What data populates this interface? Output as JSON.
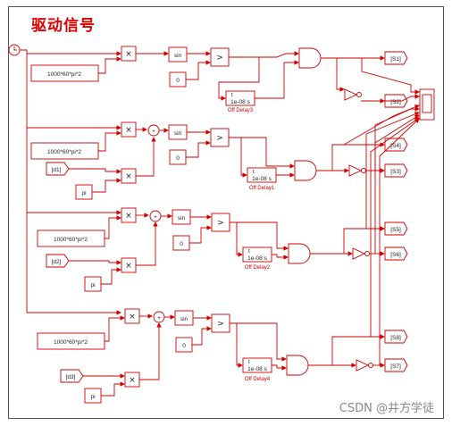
{
  "title": "驱动信号",
  "watermark": "CSDN @井方学徒",
  "blocks": {
    "gain_const": "1000*60*pi*2",
    "mult": "×",
    "sin": "sin",
    "zero": "0",
    "compare": ">",
    "sum": "+",
    "pi": "pi",
    "delay_value": "1e-08 s",
    "delay_marker": "t",
    "delays": [
      "Off Delay3",
      "Off Delay1",
      "Off Delay2",
      "Off Delay4"
    ]
  },
  "goto_in": [
    "[d1]",
    "[d2]",
    "[d3]"
  ],
  "goto_out": [
    "[S1]",
    "[S2]",
    "[S4]",
    "[S3]",
    "[S5]",
    "[S6]",
    "[S8]",
    "[S7]"
  ]
}
